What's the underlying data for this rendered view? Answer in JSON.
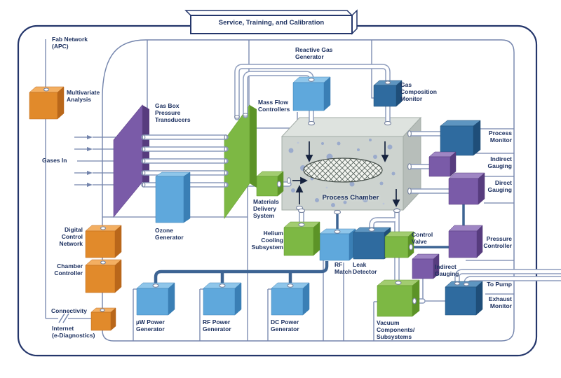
{
  "banner": {
    "label": "Service, Training, and Calibration"
  },
  "network": {
    "fab_network": "Fab Network\n(APC)",
    "multivariate": "Multivariate\nAnalysis",
    "digital_control": "Digital\nControl\nNetwork",
    "chamber_controller": "Chamber\nController",
    "connectivity": "Connectivity",
    "internet": "Internet\n(e-Diagnostics)"
  },
  "gas_delivery": {
    "gases_in": "Gases In",
    "gas_box": "Gas Box\nPressure\nTransducers",
    "mass_flow": "Mass Flow\nControllers",
    "ozone": "Ozone\nGenerator",
    "reactive_gas": "Reactive Gas\nGenerator",
    "gas_composition": "Gas\nComposition\nMonitor",
    "materials": "Materials\nDelivery\nSystem"
  },
  "chamber": {
    "label": "Process Chamber"
  },
  "monitoring": {
    "process_monitor": "Process\nMonitor",
    "indirect_gauging_upper": "Indirect\nGauging",
    "direct_gauging": "Direct\nGauging",
    "pressure_controller": "Pressure\nController"
  },
  "power": {
    "uw_power": "µW Power\nGenerator",
    "rf_power": "RF Power\nGenerator",
    "dc_power": "DC Power\nGenerator",
    "rf_match": "RF\nMatch",
    "helium": "Helium\nCooling\nSubsystem"
  },
  "vacuum_exhaust": {
    "leak_detector": "Leak\nDetector",
    "control_valve": "Control\nValve",
    "vacuum_components": "Vacuum\nComponents/\nSubsystems",
    "indirect_gauging_lower": "Indirect\nGauging",
    "to_pump": "To Pump",
    "exhaust_monitor": "Exhaust\nMonitor"
  },
  "colors": {
    "orange": "#E18A2B",
    "light_blue": "#5FA8DC",
    "dark_blue": "#2F6B9F",
    "purple": "#7A5BA8",
    "green": "#7DB844",
    "chamber_gray": "#CDD3CF",
    "line_slate": "#7384AC",
    "border_navy": "#24366B",
    "text_navy": "#1D3160",
    "bus_blue": "#3D6493"
  }
}
